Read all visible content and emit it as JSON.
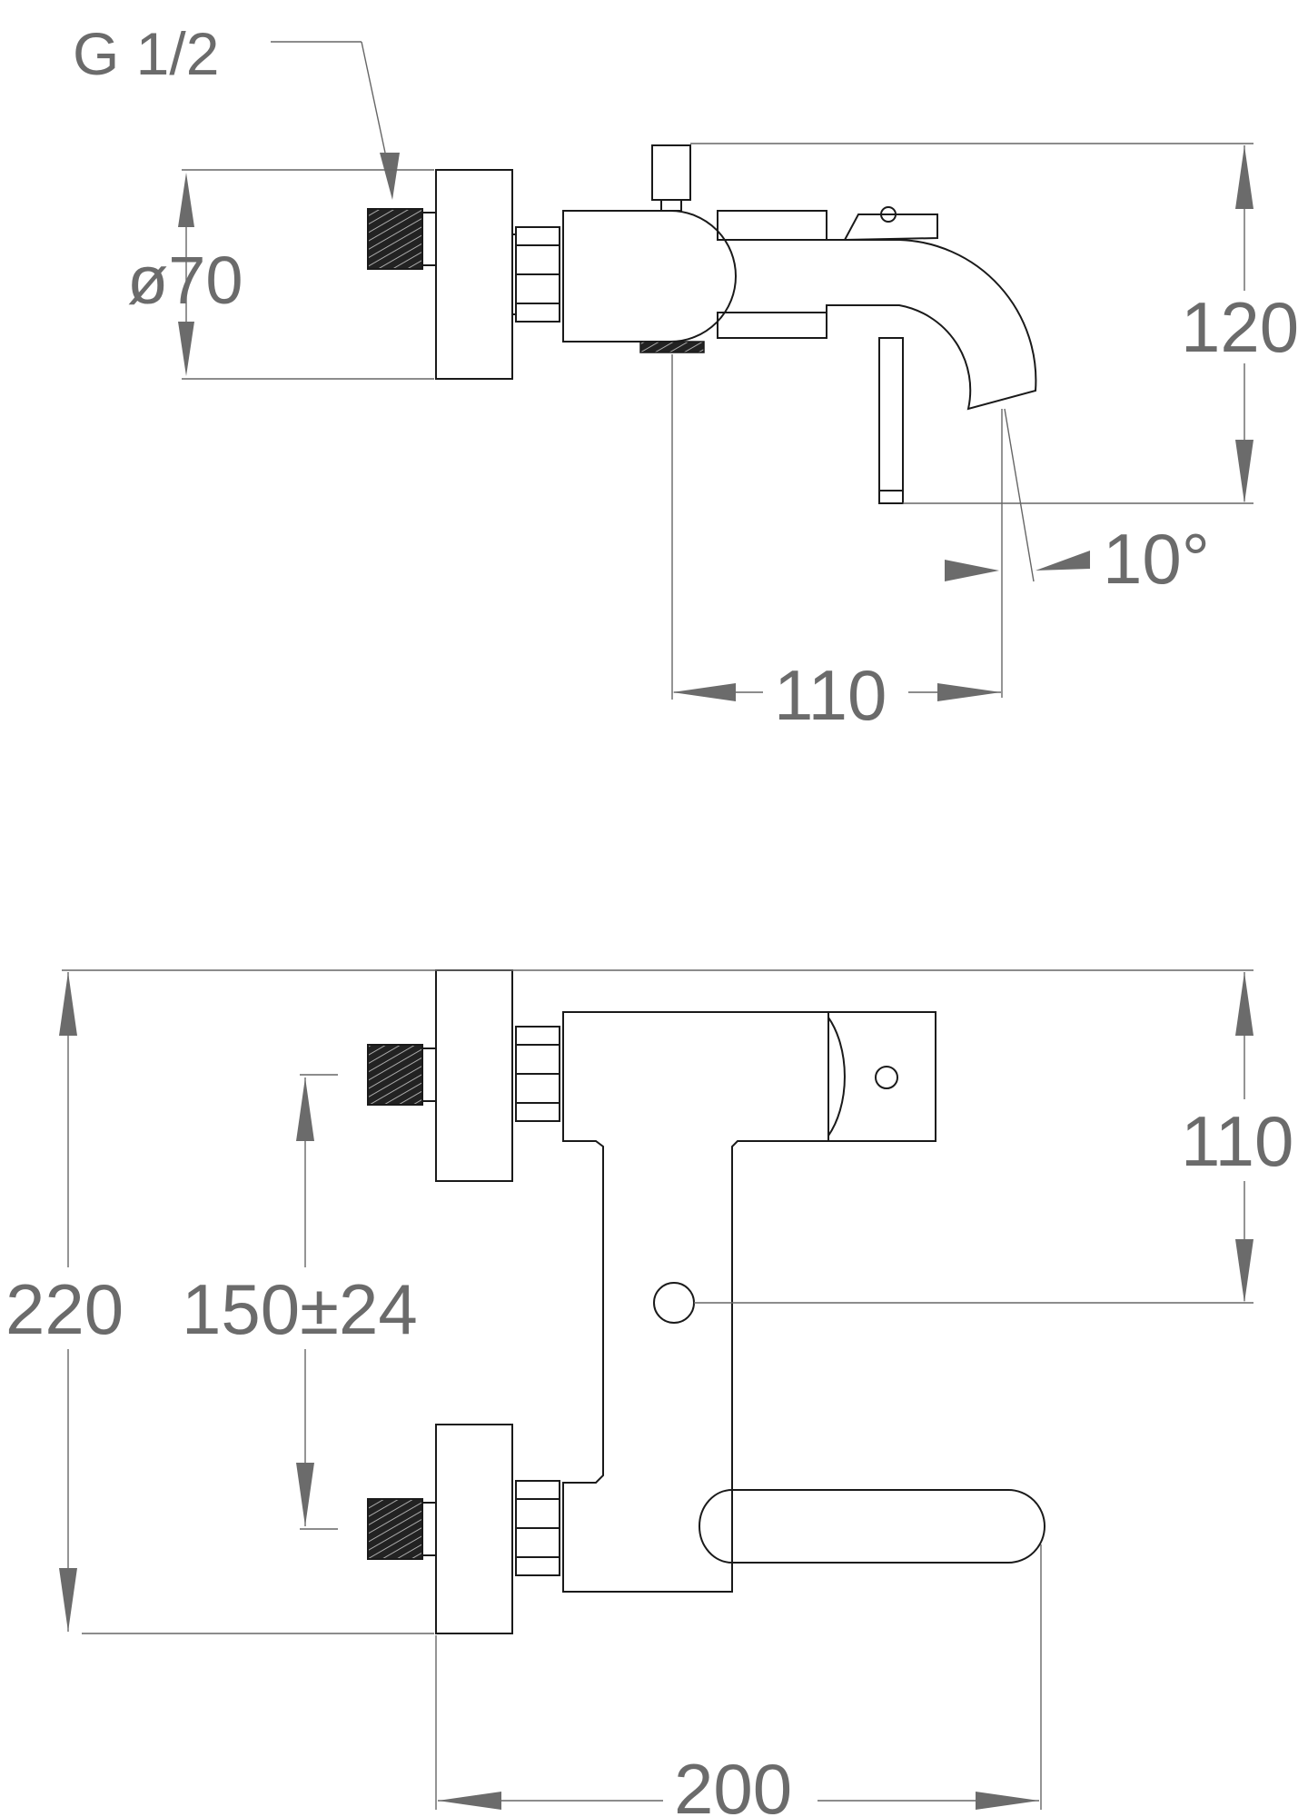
{
  "side_view": {
    "thread_label": "G 1/2",
    "diameter_label": "ø70",
    "height_label": "120",
    "angle_label": "10°",
    "projection_label": "110"
  },
  "front_view": {
    "total_height_label": "220",
    "inlet_spacing_label": "150±24",
    "upper_height_label": "110",
    "width_label": "200"
  },
  "colors": {
    "outline": "#1a1a1a",
    "dimension": "#6b6b6b",
    "background": "#ffffff"
  }
}
